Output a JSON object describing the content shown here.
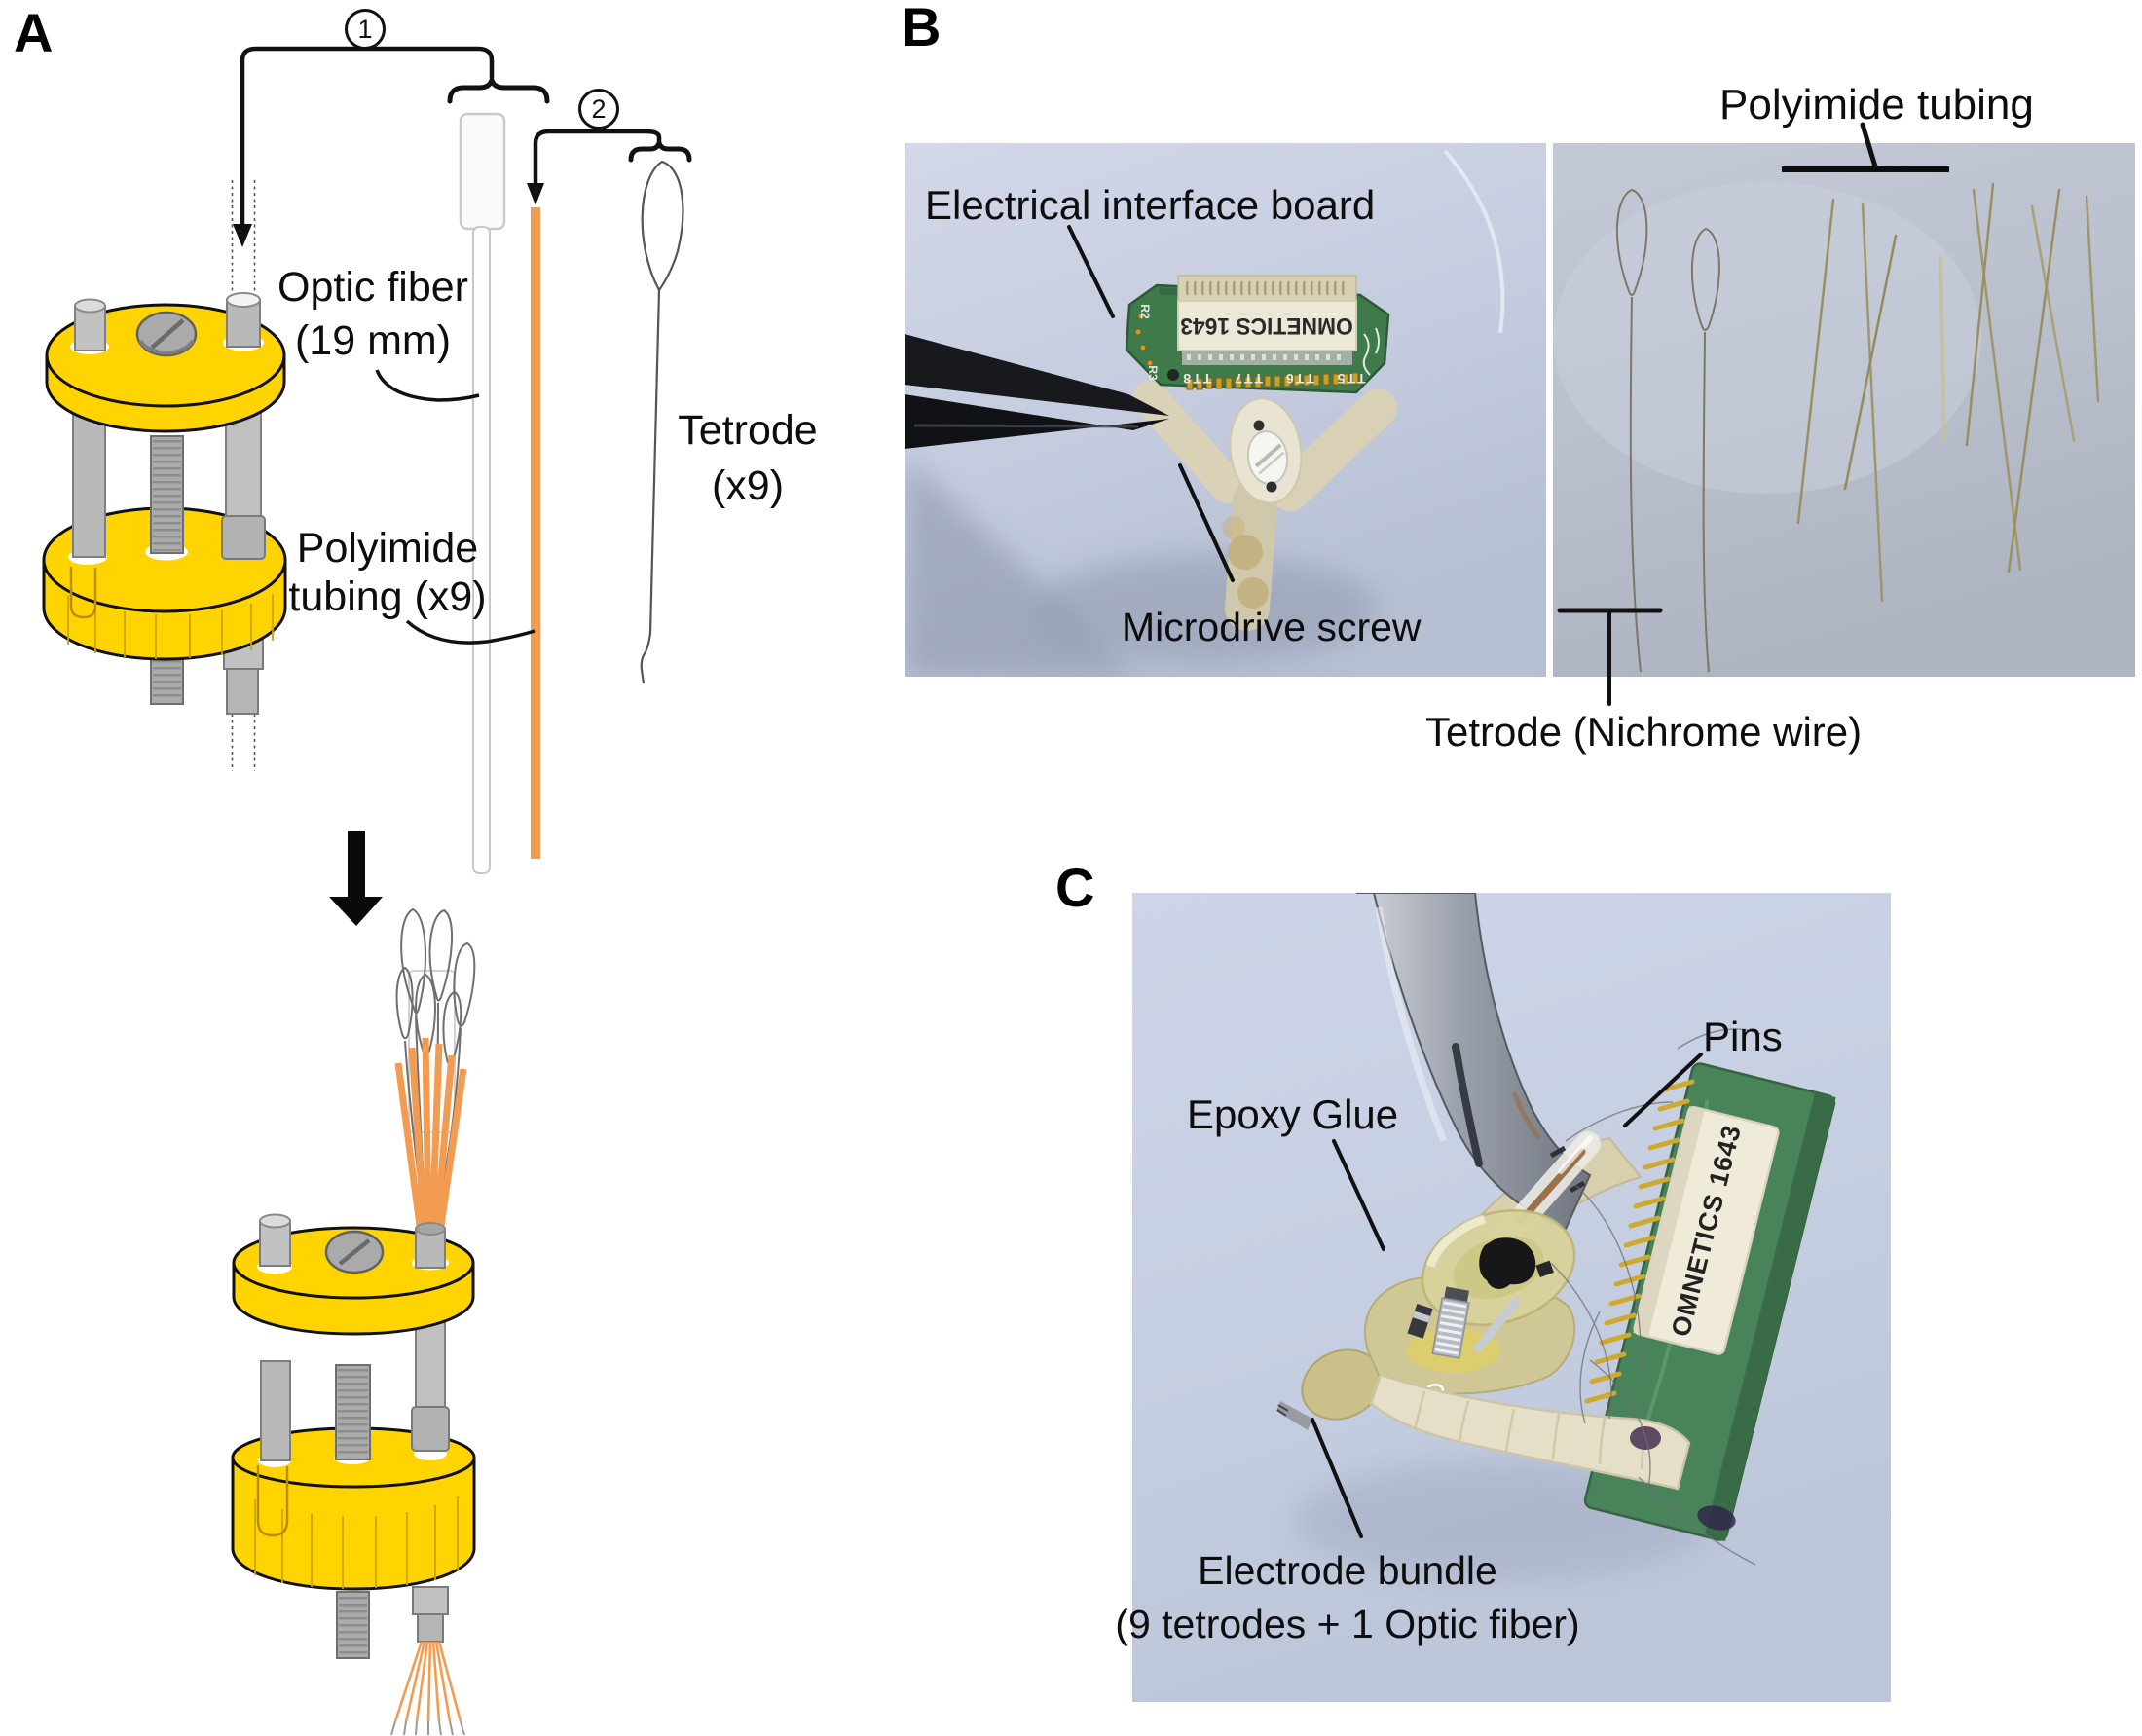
{
  "panels": {
    "a": {
      "label": "A",
      "step_markers": {
        "step1": "1",
        "step2": "2"
      },
      "labels": {
        "optic_fiber": {
          "line1": "Optic fiber",
          "line2": "(19 mm)"
        },
        "polyimide": {
          "line1": "Polyimide",
          "line2": "tubing (x9)"
        },
        "tetrode": {
          "line1": "Tetrode",
          "line2": "(x9)"
        }
      }
    },
    "b": {
      "label": "B",
      "annotations": {
        "board": "Electrical interface board",
        "screw": "Microdrive screw",
        "tubing": "Polyimide tubing",
        "tetrode": "Tetrode (Nichrome wire)"
      },
      "photo_text": {
        "connector": "OMNETICS 1643",
        "pads": "TT5 TT6 TT7 TT8",
        "silkscreen_r2": "R2",
        "silkscreen_r3": "R3"
      }
    },
    "c": {
      "label": "C",
      "annotations": {
        "epoxy": "Epoxy Glue",
        "pins": "Pins",
        "bundle": {
          "line1": "Electrode bundle",
          "line2": "(9 tetrodes + 1 Optic fiber)"
        }
      },
      "photo_text": {
        "connector": "OMNETICS 1643"
      }
    }
  },
  "colors": {
    "drive_yellow": "#FFD400",
    "polyimide_orange": "#F29C52",
    "photo_blue_bg": "#c6cde0",
    "pcb_green": "#3f7a4a",
    "gold_pin": "#c9a227",
    "cream_body": "#d9d1b0",
    "annotation_black": "#111111"
  }
}
